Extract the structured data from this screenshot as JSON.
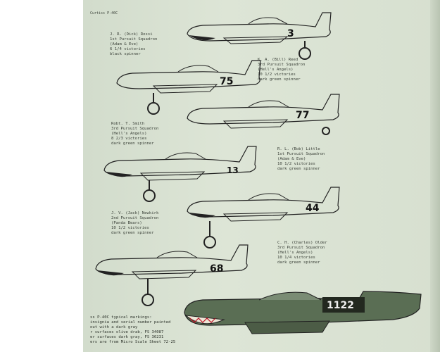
{
  "header": "Curtiss P-40C",
  "captions": [
    [
      "J. R. (Dick) Rossi",
      "1st Pursuit Squadron",
      "(Adam & Eve)",
      "6 1/4 victories",
      "black spinner"
    ],
    [
      "K. A. (Bill) Reed",
      "3rd Pursuit Squadron",
      "(Hell's Angels)",
      "10 1/2 victories",
      "dark green spinner"
    ],
    [
      "Robt. T. Smith",
      "3rd Pursuit Squadron",
      "(Hell's Angels)",
      "8 2/3 victories",
      "dark green spinner"
    ],
    [
      "R. L. (Bob) Little",
      "1st Pursuit Squadron",
      "(Adam & Eve)",
      "10 1/2 victories",
      "dark green spinner"
    ],
    [
      "J. V. (Jack) Newkirk",
      "2nd Pursuit Squadron",
      "(Panda Bears)",
      "10 1/2 victories",
      "dark green spinner"
    ],
    [
      "C. H. (Charles) Older",
      "3rd Pursuit Squadron",
      "(Hell's Angels)",
      "10 1/4 victories",
      "dark green spinner"
    ]
  ],
  "aircraft": [
    "3",
    "75",
    "77",
    "13",
    "44",
    "68",
    "1122"
  ],
  "footer": [
    "ss P-40C typical markings:",
    "insignia and serial number painted",
    "out with a dark gray",
    "r surfaces olive drab, FS 34087",
    "er surfaces dark gray, FS 36231",
    "ers are from Micro Scale Sheet 72-25"
  ]
}
